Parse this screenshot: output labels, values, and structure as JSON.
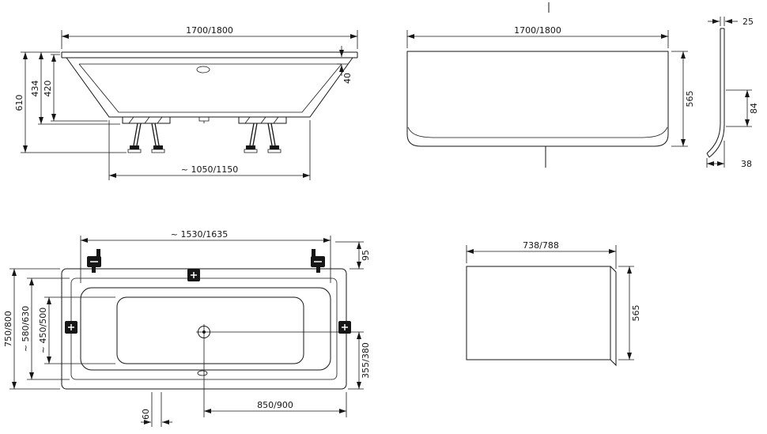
{
  "colors": {
    "line": "#161616",
    "background": "#ffffff"
  },
  "front_view": {
    "length": "1700/1800",
    "height_total": "610",
    "height_shell": "434",
    "depth": "420",
    "rim_drop": "40",
    "base_length": "~ 1050/1150"
  },
  "front_panel": {
    "length": "1700/1800",
    "height": "565",
    "profile_top": "25",
    "profile_mid": "84",
    "profile_bottom": "38"
  },
  "plan_view": {
    "inner_length": "~ 1530/1635",
    "corner_offset": "95",
    "width_total": "750/800",
    "width_rim": "~ 580/630",
    "width_floor": "~ 450/500",
    "drain_to_side": "355/380",
    "drain_to_end": "850/900",
    "overflow_offset": "60"
  },
  "side_panel": {
    "width": "738/788",
    "height": "565"
  }
}
